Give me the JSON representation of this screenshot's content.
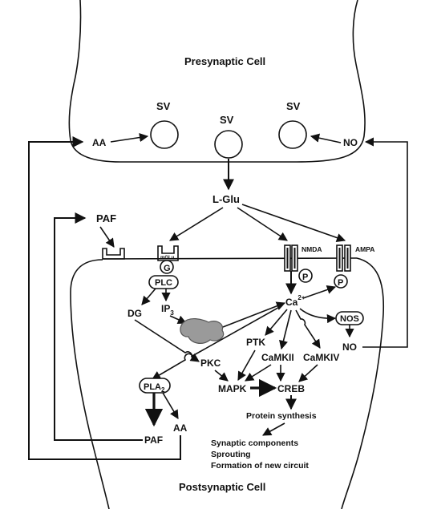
{
  "cells": {
    "presynaptic_label": "Presynaptic Cell",
    "postsynaptic_label": "Postsynaptic Cell"
  },
  "presynaptic": {
    "vesicle_label": "SV",
    "aa_label": "AA",
    "no_label": "NO"
  },
  "ligand": {
    "label": "L-Glu"
  },
  "paf_top": {
    "label": "PAF"
  },
  "receptors": {
    "mglu_label": "mGLu",
    "nmda_label": "NMDA",
    "ampa_label": "AMPA"
  },
  "intracellular": {
    "g_label": "G",
    "plc_label": "PLC",
    "dg_label": "DG",
    "ip3_label": "IP",
    "ip3_sub": "3",
    "ca_label": "Ca",
    "ca_sup": "2+",
    "p_label": "P",
    "nos_label": "NOS",
    "no_label": "NO",
    "ptk_label": "PTK",
    "camkii_label": "CaMKII",
    "camkiv_label": "CaMKIV",
    "pkc_label": "PKC",
    "pla2_label": "PLA",
    "pla2_sub": "2",
    "mapk_label": "MAPK",
    "creb_label": "CREB",
    "aa_label": "AA",
    "paf_label": "PAF",
    "protein_synthesis": "Protein synthesis",
    "outcomes": [
      "Synaptic components",
      "Sprouting",
      "Formation of new circuit"
    ]
  }
}
